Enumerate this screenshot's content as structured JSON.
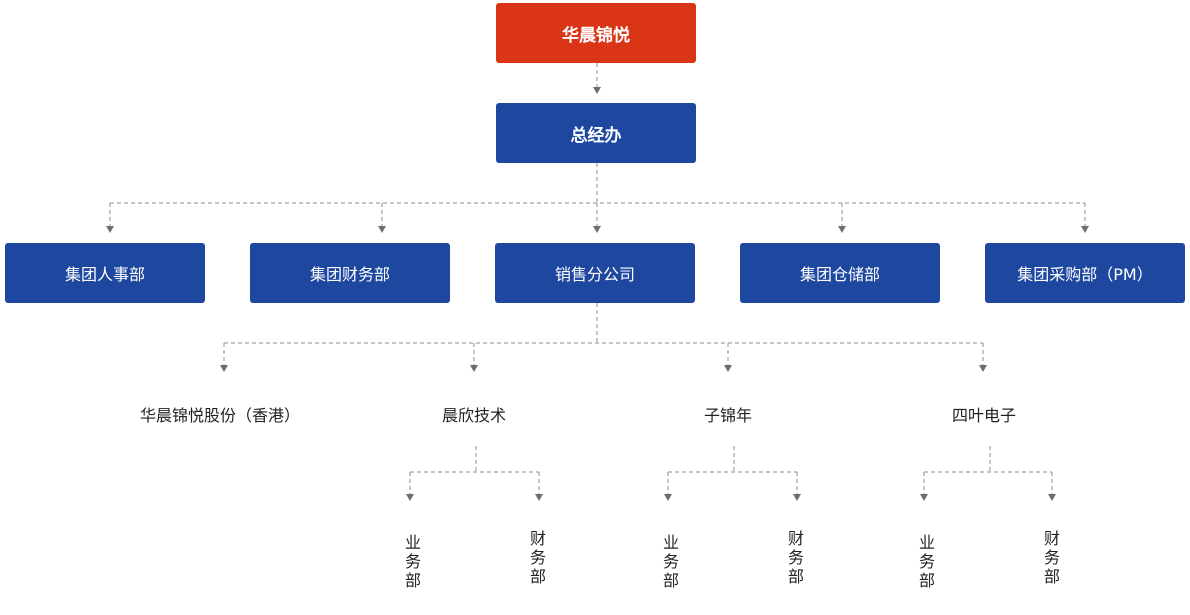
{
  "root": {
    "label": "华晨锦悦"
  },
  "office": {
    "label": "总经办"
  },
  "departments": [
    {
      "label": "集团人事部"
    },
    {
      "label": "集团财务部"
    },
    {
      "label": "销售分公司"
    },
    {
      "label": "集团仓储部"
    },
    {
      "label": "集团采购部（PM）"
    }
  ],
  "subsidiaries": [
    {
      "label": "华晨锦悦股份（香港）"
    },
    {
      "label": "晨欣技术"
    },
    {
      "label": "子锦年"
    },
    {
      "label": "四叶电子"
    }
  ],
  "sub_departments": [
    {
      "label": "业务部"
    },
    {
      "label": "财务部"
    },
    {
      "label": "业务部"
    },
    {
      "label": "财务部"
    },
    {
      "label": "业务部"
    },
    {
      "label": "财务部"
    }
  ],
  "colors": {
    "root": "#d93516",
    "box": "#1e47a0",
    "connector": "#8c8c8c"
  }
}
